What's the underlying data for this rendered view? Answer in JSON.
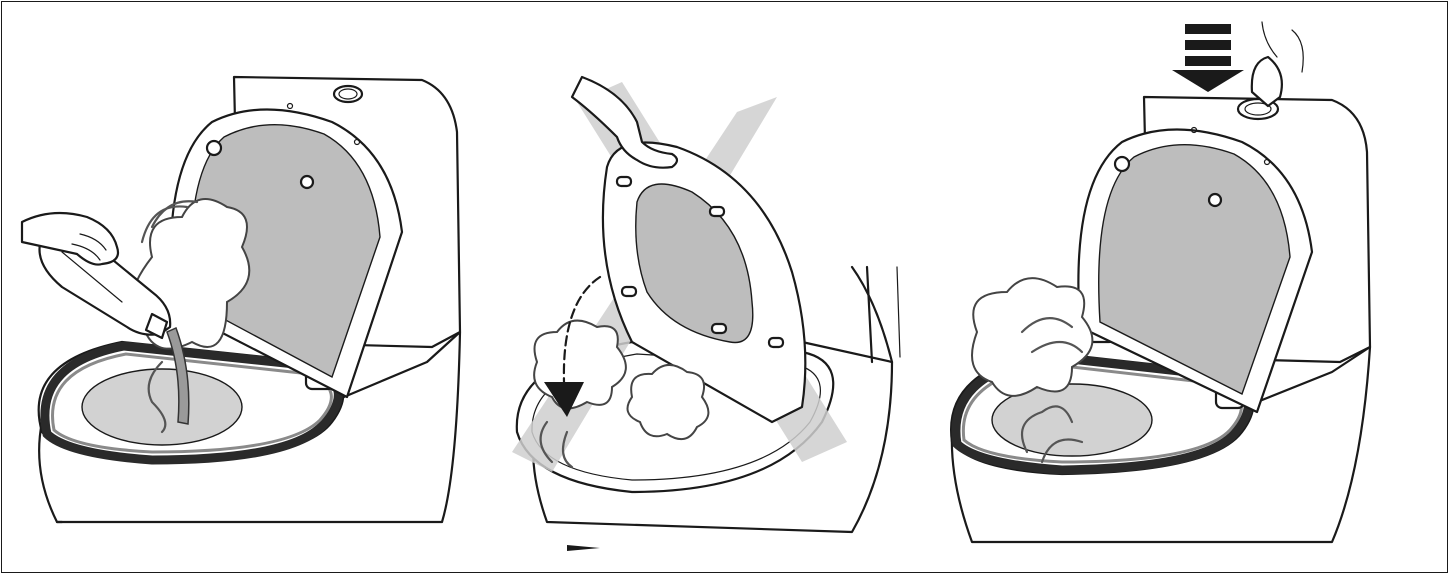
{
  "figure": {
    "panels": [
      {
        "id": "pour-cleaner",
        "icon": "pour-cleaner-icon"
      },
      {
        "id": "do-not-close-lid",
        "icon": "prohibited-cross-icon"
      },
      {
        "id": "flush",
        "icon": "press-flush-icon"
      }
    ],
    "colors": {
      "outline": "#1a1a1a",
      "lid_inner": "#bdbdbd",
      "cross_mark": "#cfcfcf",
      "arrow": "#1a1a1a"
    }
  }
}
